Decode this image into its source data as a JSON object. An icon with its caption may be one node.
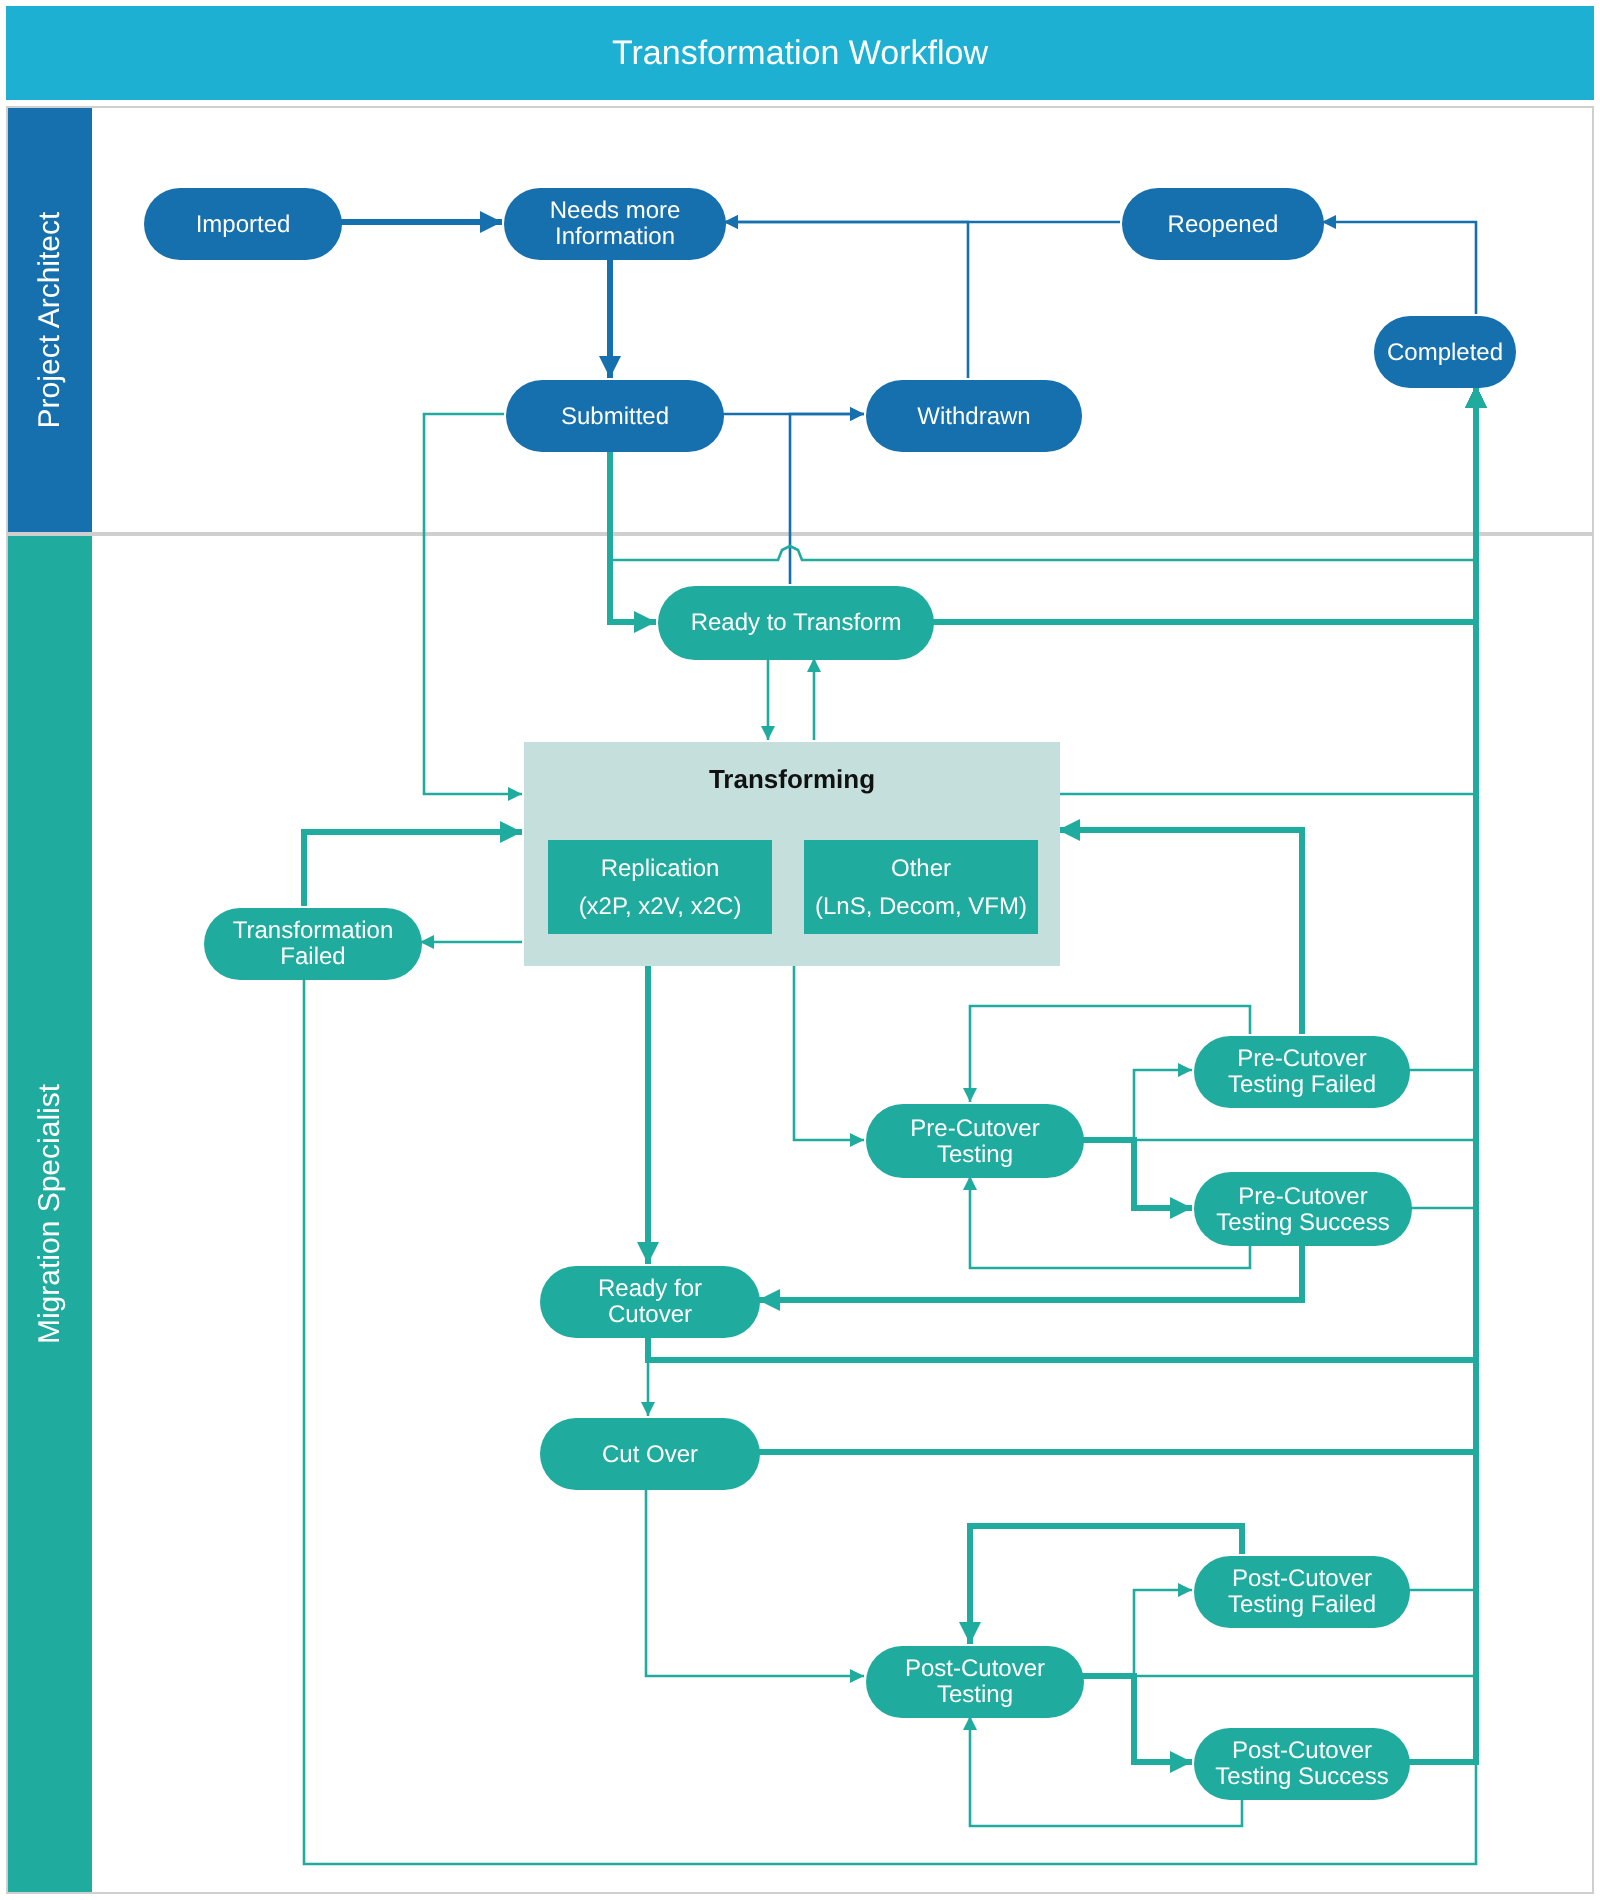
{
  "diagram": {
    "title": "Transformation Workflow",
    "nodes": [
      {
        "text": [
          "Project Architect"
        ]
      },
      {
        "text": [
          "Migration Specialist"
        ]
      },
      {
        "text": [
          "Imported"
        ],
        "in": 0
      },
      {
        "text": [
          "Needs more Information"
        ],
        "in": 0
      },
      {
        "text": [
          "Reopened"
        ],
        "in": 0
      },
      {
        "text": [
          "Completed"
        ],
        "in": 0
      },
      {
        "text": [
          "Submitted"
        ],
        "in": 0
      },
      {
        "text": [
          "Withdrawn"
        ],
        "in": 0
      },
      {
        "text": [
          "Ready to Transform"
        ],
        "in": 1
      },
      {
        "text": [
          "Transforming"
        ],
        "in": 1
      },
      {
        "text": [
          "Replication",
          "(x2P, x2V, x2C)"
        ],
        "in": 9
      },
      {
        "text": [
          "Other",
          "(LnS, Decom, VFM)"
        ],
        "in": 9
      },
      {
        "text": [
          "Transformation Failed"
        ],
        "in": 1
      },
      {
        "text": [
          "Pre-Cutover Testing Failed"
        ],
        "in": 1
      },
      {
        "text": [
          "Pre-Cutover Testing"
        ],
        "in": 1
      },
      {
        "text": [
          "Pre-Cutover Testing Success"
        ],
        "in": 1
      },
      {
        "text": [
          "Ready for Cutover"
        ],
        "in": 1
      },
      {
        "text": [
          "Cut Over"
        ],
        "in": 1
      },
      {
        "text": [
          "Post-Cutover Testing Failed"
        ],
        "in": 1
      },
      {
        "text": [
          "Post-Cutover Testing"
        ],
        "in": 1
      },
      {
        "text": [
          "Post-Cutover Testing Success"
        ],
        "in": 1
      }
    ],
    "edges": [
      {
        "from": 2,
        "to": 3,
        "arrow": "to",
        "style": "thick",
        "color": "#1570ad"
      },
      {
        "from": 3,
        "to": 6,
        "arrow": "to",
        "style": "thick",
        "color": "#1570ad"
      },
      {
        "from": 4,
        "to": 3,
        "arrow": "to",
        "color": "#1570ad"
      },
      {
        "from": 7,
        "to": 3,
        "arrow": "to",
        "color": "#1570ad"
      },
      {
        "from": 5,
        "to": 4,
        "arrow": "to",
        "color": "#1570ad"
      },
      {
        "from": 6,
        "to": 7,
        "arrow": "to",
        "color": "#1570ad"
      },
      {
        "from": 8,
        "to": 7,
        "arrow": "to",
        "color": "#1570ad"
      },
      {
        "from": 6,
        "to": 8,
        "arrow": "to",
        "style": "thick"
      },
      {
        "from": 6,
        "to": 5,
        "arrow": "to"
      },
      {
        "from": 6,
        "to": 9,
        "arrow": "to"
      },
      {
        "from": 8,
        "to": 5,
        "arrow": "to",
        "style": "thick"
      },
      {
        "from": 8,
        "to": 9,
        "arrow": "to"
      },
      {
        "from": 9,
        "to": 8,
        "arrow": "to"
      },
      {
        "from": 9,
        "to": 5,
        "arrow": "to"
      },
      {
        "from": 9,
        "to": 12,
        "arrow": "to"
      },
      {
        "from": 12,
        "to": 9,
        "arrow": "to",
        "style": "thick"
      },
      {
        "from": 12,
        "to": 5,
        "arrow": "to"
      },
      {
        "from": 9,
        "to": 16,
        "arrow": "to",
        "style": "thick"
      },
      {
        "from": 9,
        "to": 14,
        "arrow": "to"
      },
      {
        "from": 14,
        "to": 13,
        "arrow": "to"
      },
      {
        "from": 14,
        "to": 15,
        "arrow": "to",
        "style": "thick"
      },
      {
        "from": 14,
        "to": 5,
        "arrow": "to"
      },
      {
        "from": 13,
        "to": 14,
        "arrow": "to"
      },
      {
        "from": 13,
        "to": 9,
        "arrow": "to",
        "style": "thick"
      },
      {
        "from": 13,
        "to": 5,
        "arrow": "to"
      },
      {
        "from": 15,
        "to": 14,
        "arrow": "to"
      },
      {
        "from": 15,
        "to": 16,
        "arrow": "to",
        "style": "thick"
      },
      {
        "from": 15,
        "to": 5,
        "arrow": "to"
      },
      {
        "from": 16,
        "to": 17,
        "arrow": "to"
      },
      {
        "from": 16,
        "to": 5,
        "arrow": "to",
        "style": "thick"
      },
      {
        "from": 17,
        "to": 5,
        "arrow": "to",
        "style": "thick"
      },
      {
        "from": 17,
        "to": 19,
        "arrow": "to"
      },
      {
        "from": 18,
        "to": 19,
        "arrow": "to",
        "style": "thick"
      },
      {
        "from": 19,
        "to": 18,
        "arrow": "to"
      },
      {
        "from": 19,
        "to": 20,
        "arrow": "to",
        "style": "thick"
      },
      {
        "from": 19,
        "to": 5,
        "arrow": "to"
      },
      {
        "from": 18,
        "to": 5,
        "arrow": "to"
      },
      {
        "from": 20,
        "to": 5,
        "arrow": "to",
        "style": "thick"
      },
      {
        "from": 20,
        "to": 19,
        "arrow": "to"
      }
    ]
  }
}
